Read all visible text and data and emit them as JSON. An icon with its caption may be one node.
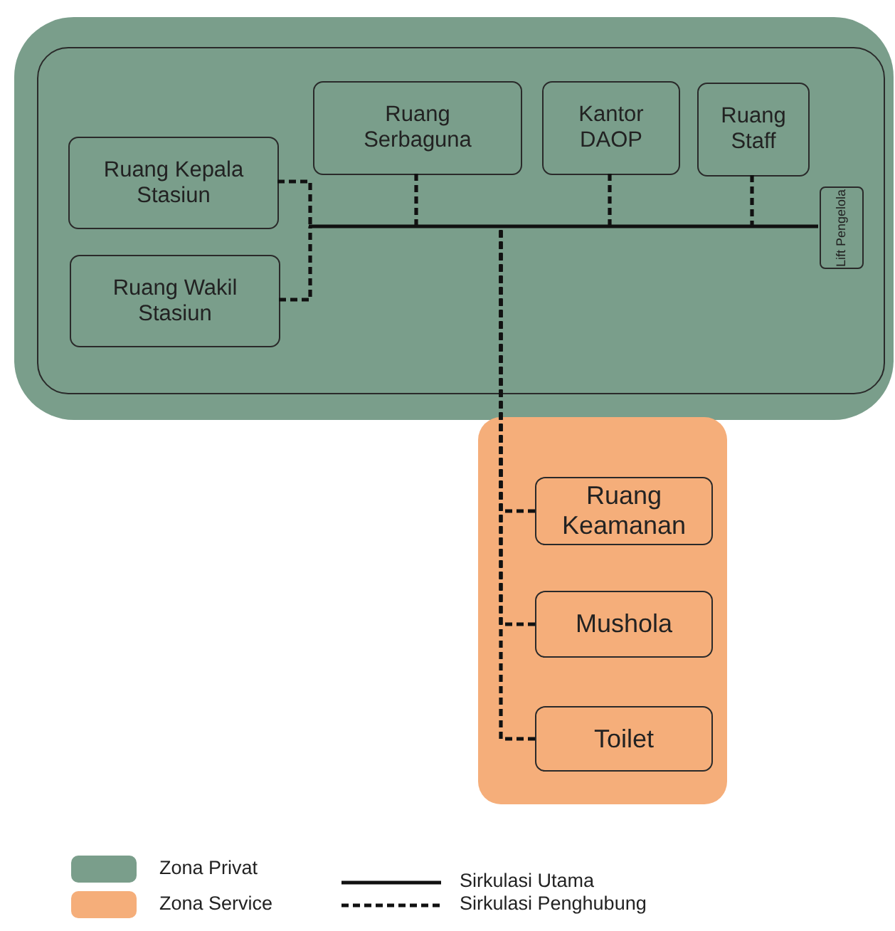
{
  "diagram": {
    "nodes": [
      {
        "text": [],
        "shape": "box"
      },
      {
        "text": [],
        "shape": "box",
        "in": 0
      },
      {
        "text": [
          "Ruang Kepala Stasiun"
        ],
        "in": 1
      },
      {
        "text": [
          "Ruang Wakil Stasiun"
        ],
        "in": 1
      },
      {
        "text": [
          "Ruang Serbaguna"
        ],
        "in": 1
      },
      {
        "text": [
          "Kantor DAOP"
        ],
        "in": 1
      },
      {
        "text": [
          "Ruang Staff"
        ],
        "in": 1
      },
      {
        "text": [
          "Lift Pengelola"
        ],
        "in": 1
      },
      {
        "text": [],
        "shape": "box"
      },
      {
        "text": [
          "Ruang Keamanan"
        ],
        "in": 8
      },
      {
        "text": [
          "Mushola"
        ],
        "in": 8
      },
      {
        "text": [
          "Toilet"
        ],
        "in": 8
      }
    ],
    "edges": [
      {
        "from": null,
        "to": 7,
        "arrow": "none"
      },
      {
        "from": 2,
        "to": null,
        "arrow": "none",
        "style": "dashed"
      },
      {
        "from": 3,
        "to": null,
        "arrow": "none",
        "style": "dashed"
      },
      {
        "from": 4,
        "to": null,
        "arrow": "none",
        "style": "dashed"
      },
      {
        "from": 5,
        "to": null,
        "arrow": "none",
        "style": "dashed"
      },
      {
        "from": 6,
        "to": null,
        "arrow": "none",
        "style": "dashed"
      },
      {
        "from": 9,
        "to": null,
        "arrow": "none",
        "style": "dashed"
      },
      {
        "from": 10,
        "to": null,
        "arrow": "none",
        "style": "dashed"
      },
      {
        "from": 11,
        "to": null,
        "arrow": "none",
        "style": "dashed"
      }
    ],
    "legend": [
      {
        "text": "Zona Privat",
        "color": "#7a9e8b"
      },
      {
        "text": "Zona Service",
        "color": "#f5ae7a"
      },
      {
        "text": "Sirkulasi Utama"
      },
      {
        "text": "Sirkulasi Penghubung"
      }
    ]
  }
}
